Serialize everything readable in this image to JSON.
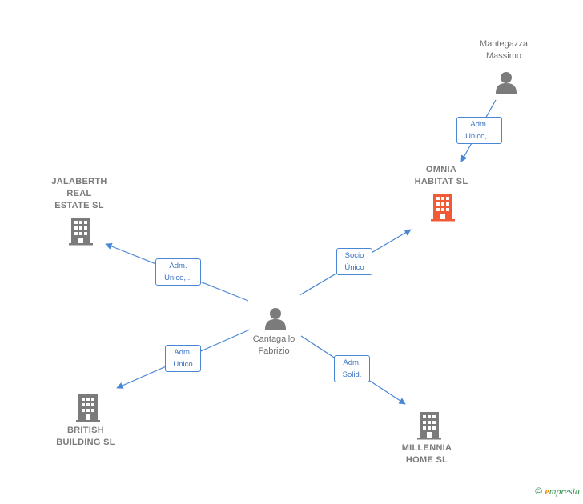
{
  "nodes": {
    "mantegazza": {
      "label": "Mantegazza\nMassimo",
      "type": "person"
    },
    "omnia": {
      "label": "OMNIA\nHABITAT  SL",
      "type": "company",
      "color": "#f05a35"
    },
    "jalaberth": {
      "label": "JALABERTH\nREAL\nESTATE  SL",
      "type": "company",
      "color": "#7b7b7b"
    },
    "cantagallo": {
      "label": "Cantagallo\nFabrizio",
      "type": "person"
    },
    "british": {
      "label": "BRITISH\nBUILDING  SL",
      "type": "company",
      "color": "#7b7b7b"
    },
    "millennia": {
      "label": "MILLENNIA\nHOME  SL",
      "type": "company",
      "color": "#7b7b7b"
    }
  },
  "edges": {
    "mantegazza_omnia": "Adm.\nUnico,...",
    "cantagallo_jalaberth": "Adm.\nUnico,...",
    "cantagallo_omnia": "Socio\nÚnico",
    "cantagallo_british": "Adm.\nUnico",
    "cantagallo_millennia": "Adm.\nSolid."
  },
  "colors": {
    "edge": "#4a86d6",
    "person": "#7b7b7b",
    "company_default": "#7b7b7b",
    "company_focus": "#f05a35"
  },
  "footer": {
    "copyright": "©",
    "brand_first": "e",
    "brand_rest": "mpresia"
  }
}
